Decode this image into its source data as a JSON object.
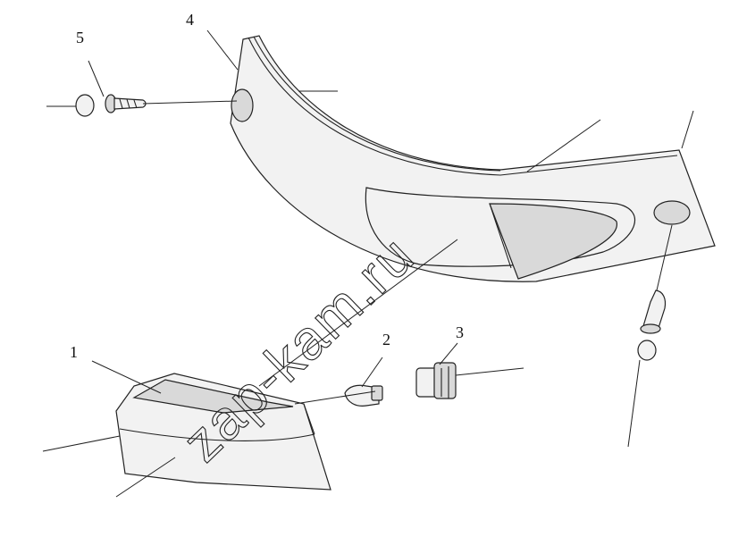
{
  "callouts": {
    "c1": "1",
    "c2": "2",
    "c3": "3",
    "c4": "4",
    "c5": "5"
  },
  "watermark": "zap-kam.ru"
}
